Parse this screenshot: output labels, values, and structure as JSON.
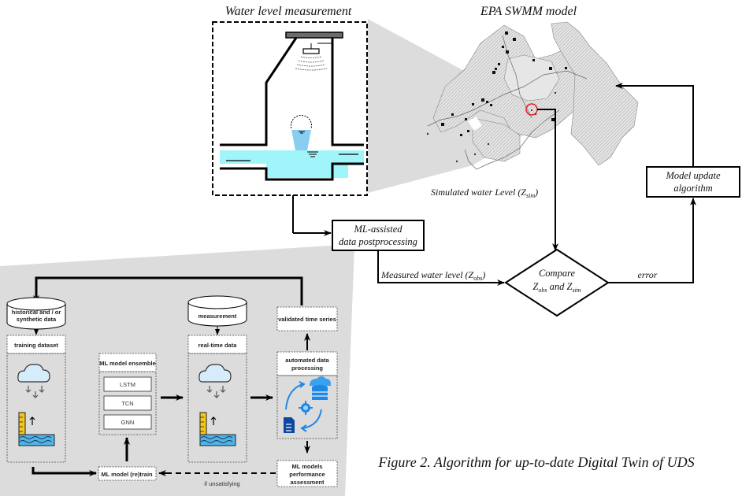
{
  "figure": {
    "caption": "Figure 2. Algorithm for up-to-date Digital Twin of UDS"
  },
  "top": {
    "water_level_title": "Water level measurement",
    "swmm_title": "EPA SWMM model",
    "simulated_label_main": "Simulated water Level (Z",
    "simulated_label_sub": "sim",
    "simulated_label_end": ")",
    "ml_box": {
      "line1": "ML-assisted",
      "line2": "data postprocessing"
    },
    "measured_label_main": "Measured water level (Z",
    "measured_label_sub": "obs",
    "measured_label_end": ")",
    "compare": {
      "line1": "Compare",
      "z": "Z",
      "obs": "obs",
      "and": " and Z",
      "sim": "sim"
    },
    "error_label": "error",
    "model_update": {
      "line1": "Model update",
      "line2": "algorithm"
    }
  },
  "detail": {
    "historical": {
      "line1": "historical and / or",
      "line2": "synthetic data"
    },
    "training_dataset": "training dataset",
    "ensemble_title": "ML model ensemble",
    "models": [
      "LSTM",
      "TCN",
      "GNN"
    ],
    "retrain": "ML model (re)train",
    "measurement": "measurement",
    "realtime": "real-time data",
    "validated": "validated time series",
    "automated": {
      "line1": "automated data",
      "line2": "processing"
    },
    "assessment": {
      "line1": "ML models",
      "line2": "performance",
      "line3": "assessment"
    },
    "if_unsatisfying": "if unsatisfying"
  },
  "colors": {
    "panel_gray": "#dcdcdd",
    "water": "#9ff5f9",
    "water_dark": "#7cc8f0",
    "ruler_yellow": "#f5c518",
    "icon_blue": "#1e88e5",
    "marker_red": "#e02020"
  }
}
